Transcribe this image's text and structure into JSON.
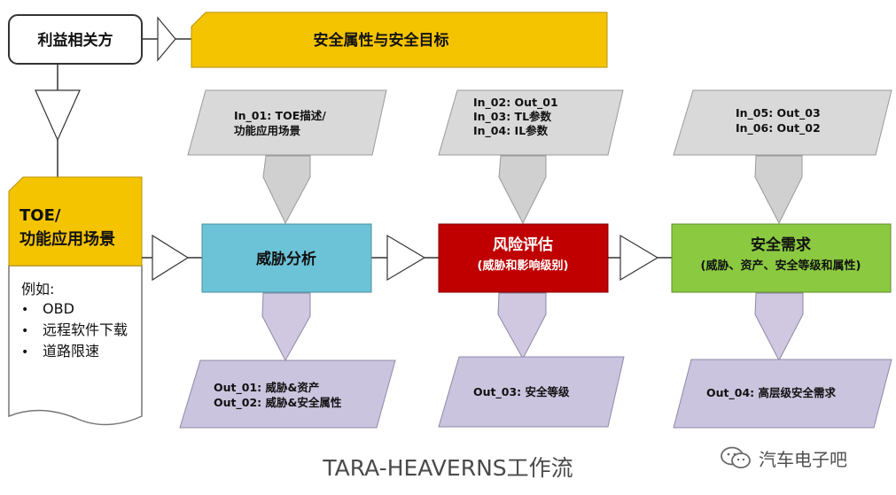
{
  "stakeholders": {
    "label": "利益相关方"
  },
  "goals": {
    "label": "安全属性与安全目标"
  },
  "toe": {
    "title_lines": [
      "TOE/",
      "功能应用场景"
    ],
    "example_heading": "例如:",
    "examples": [
      "OBD",
      "远程软件下载",
      "道路限速"
    ]
  },
  "inputs": [
    {
      "lines": [
        "In_01: TOE描述/",
        "功能应用场景"
      ]
    },
    {
      "lines": [
        "In_02: Out_01",
        "In_03: TL参数",
        "In_04: IL参数"
      ]
    },
    {
      "lines": [
        "In_05: Out_03",
        "In_06: Out_02"
      ]
    }
  ],
  "processes": [
    {
      "title": "威胁分析",
      "subtitle": "",
      "color": "#6cc3d8"
    },
    {
      "title": "风险评估",
      "subtitle": "(威胁和影响级别)",
      "color": "#c00000"
    },
    {
      "title": "安全需求",
      "subtitle": "(威胁、资产、安全等级和属性)",
      "color": "#8bc941"
    }
  ],
  "outputs": [
    {
      "lines": [
        "Out_01: 威胁&资产",
        "Out_02: 威胁&安全属性"
      ]
    },
    {
      "lines": [
        "Out_03: 安全等级"
      ]
    },
    {
      "lines": [
        "Out_04: 高层级安全需求"
      ]
    }
  ],
  "caption": "TARA-HEAVERNS工作流",
  "watermark": {
    "icon": "wechat-icon",
    "text": "汽车电子吧"
  },
  "colors": {
    "yellow": "#f5c400",
    "input_gray": "#d9d9d9",
    "output_lavender": "#cbc4de",
    "arrow_gray": "#d0d0d0",
    "arrow_lavender": "#cfc8e0"
  }
}
